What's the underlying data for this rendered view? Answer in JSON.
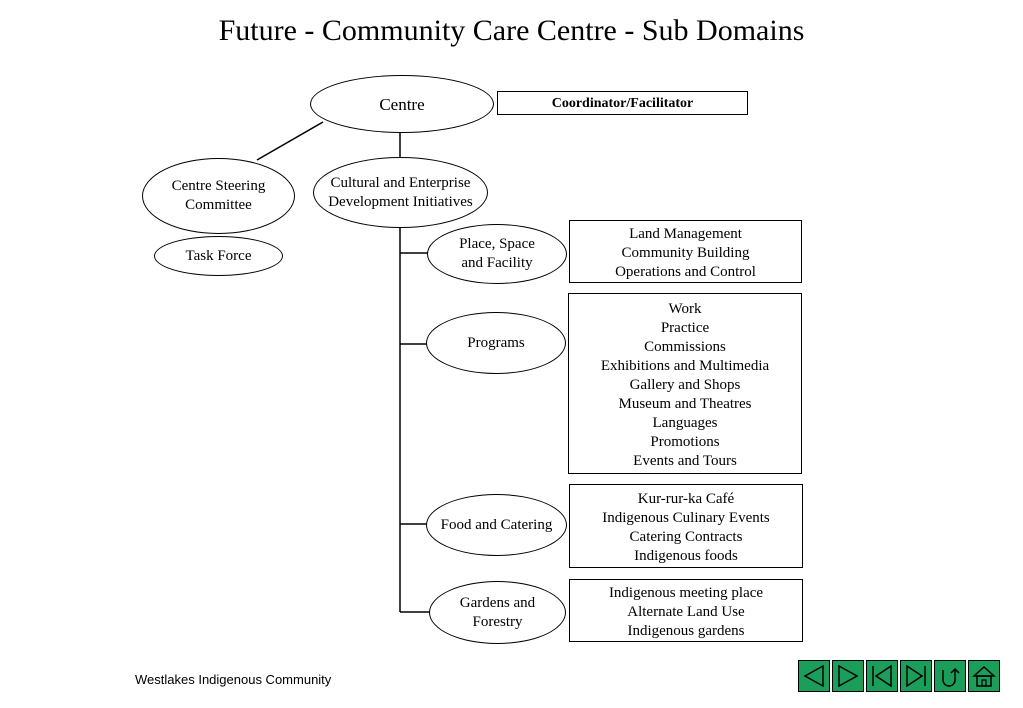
{
  "title": "Future - Community Care Centre - Sub Domains",
  "nodes": {
    "centre": "Centre",
    "coordinator": "Coordinator/Facilitator",
    "steering": [
      "Centre Steering",
      "Committee"
    ],
    "task_force": "Task Force",
    "cultural": [
      "Cultural and Enterprise",
      "Development Initiatives"
    ],
    "place": [
      "Place, Space",
      "and Facility"
    ],
    "programs": "Programs",
    "food": "Food and Catering",
    "gardens": [
      "Gardens and",
      "Forestry"
    ]
  },
  "details": {
    "place": [
      "Land Management",
      "Community Building",
      "Operations and Control"
    ],
    "programs": [
      "Work",
      "Practice",
      "Commissions",
      "Exhibitions and Multimedia",
      "Gallery and Shops",
      "Museum and Theatres",
      "Languages",
      "Promotions",
      "Events and Tours"
    ],
    "food": [
      "Kur-rur-ka Café",
      "Indigenous Culinary Events",
      "Catering Contracts",
      "Indigenous foods"
    ],
    "gardens": [
      "Indigenous meeting place",
      "Alternate Land Use",
      "Indigenous gardens"
    ]
  },
  "footer": "Westlakes Indigenous Community",
  "nav_icons": [
    "first-icon",
    "previous-icon",
    "next-icon",
    "last-icon",
    "return-icon",
    "home-icon"
  ],
  "colors": {
    "nav_button": "#1a9e5a"
  }
}
